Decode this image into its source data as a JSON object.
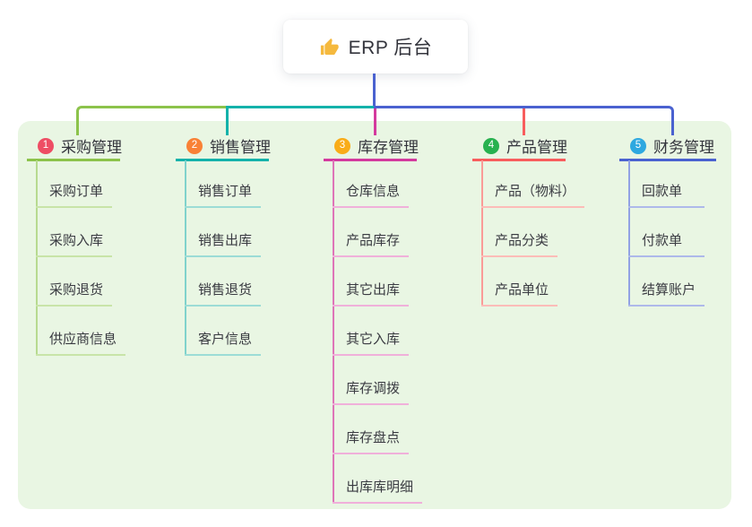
{
  "root": {
    "label": "ERP 后台",
    "icon": "thumbs-up-icon",
    "icon_color": "#f5b93e"
  },
  "branches": [
    {
      "index": "1",
      "label": "采购管理",
      "badge_color": "#ee4d64",
      "line_color": "#8cc34b",
      "trunk_color": "#b7da90",
      "child_line_color": "#c8e4a8",
      "children": [
        "采购订单",
        "采购入库",
        "采购退货",
        "供应商信息"
      ]
    },
    {
      "index": "2",
      "label": "销售管理",
      "badge_color": "#f98136",
      "line_color": "#14b2aa",
      "trunk_color": "#80d2cc",
      "child_line_color": "#9cdcd6",
      "children": [
        "销售订单",
        "销售出库",
        "销售退货",
        "客户信息"
      ]
    },
    {
      "index": "3",
      "label": "库存管理",
      "badge_color": "#f9ac18",
      "line_color": "#d43a9e",
      "trunk_color": "#de74b8",
      "child_line_color": "#f0b0da",
      "children": [
        "仓库信息",
        "产品库存",
        "其它出库",
        "其它入库",
        "库存调拨",
        "库存盘点",
        "出库库明细"
      ]
    },
    {
      "index": "4",
      "label": "产品管理",
      "badge_color": "#27b14f",
      "line_color": "#f85d5d",
      "trunk_color": "#fa9b97",
      "child_line_color": "#fcbcb8",
      "children": [
        "产品（物料）",
        "产品分类",
        "产品单位"
      ]
    },
    {
      "index": "5",
      "label": "财务管理",
      "badge_color": "#2ea8e0",
      "line_color": "#4a62d0",
      "trunk_color": "#92a2e4",
      "child_line_color": "#aeb9ea",
      "children": [
        "回款单",
        "付款单",
        "结算账户"
      ]
    }
  ],
  "colors": {
    "panel_bg": "#e9f6e3",
    "root_stem": "#4a62d0",
    "card_bg": "#ffffff",
    "text": "#33343c"
  }
}
